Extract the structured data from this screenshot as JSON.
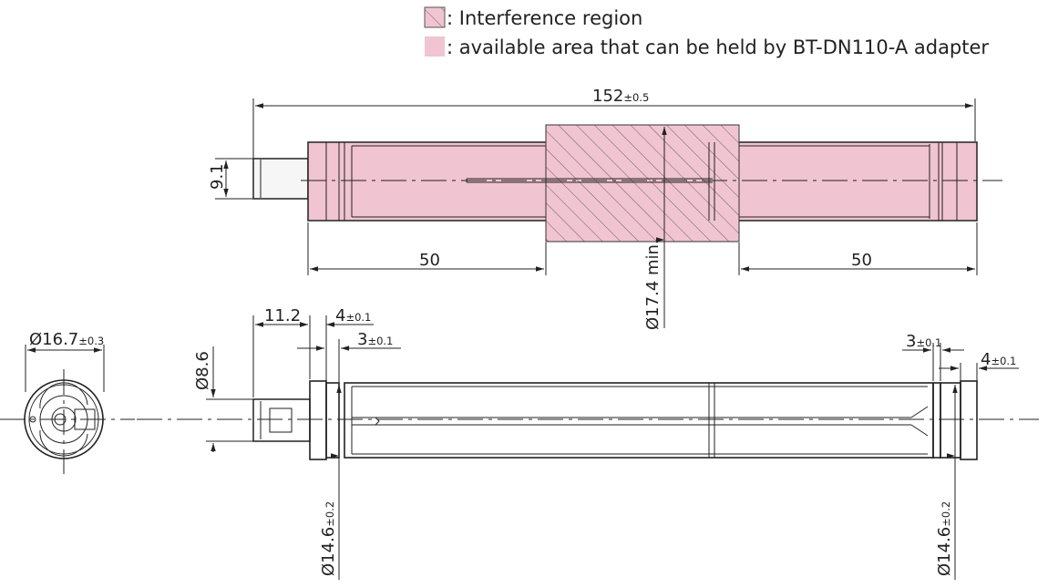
{
  "legend": {
    "interference_label": ": Interference region",
    "available_label": ": available area that can be held by BT-DN110-A adapter",
    "interference_fill": "#f0c4d0",
    "available_fill": "#f0c4d0"
  },
  "dimensions": {
    "overall_length": "152",
    "overall_length_tol": "±0.5",
    "shaft_height": "9.1",
    "left_hold_length": "50",
    "right_hold_length": "50",
    "interference_dia": "Ø17.4 min.",
    "pin_length": "11.2",
    "flange_left": "4",
    "flange_left_tol": "±0.1",
    "groove_left": "3",
    "groove_left_tol": "±0.1",
    "end_dia": "Ø16.7",
    "end_dia_tol": "±0.3",
    "pin_dia": "Ø8.6",
    "groove_right": "3",
    "groove_right_tol": "±0.1",
    "flange_right": "4",
    "flange_right_tol": "±0.1",
    "body_dia_left": "Ø14.6",
    "body_dia_left_tol": "±0.2",
    "body_dia_right": "Ø14.6",
    "body_dia_right_tol": "±0.2"
  }
}
